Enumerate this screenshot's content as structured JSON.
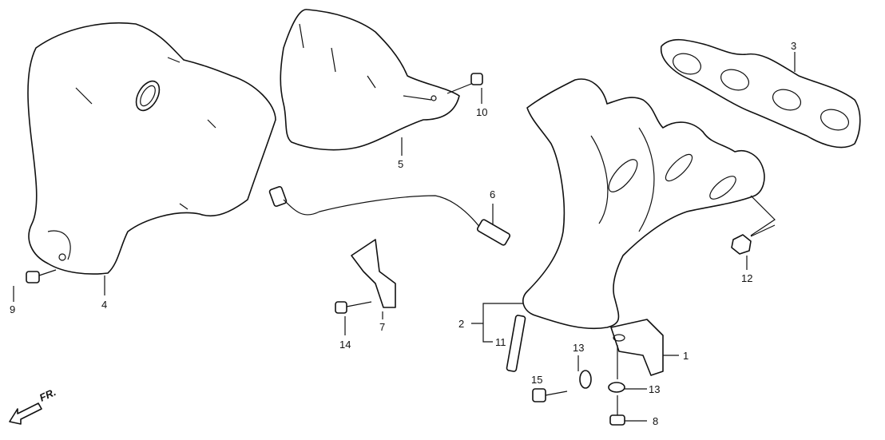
{
  "diagram": {
    "labels": {
      "p1": "1",
      "p2": "2",
      "p3": "3",
      "p4": "4",
      "p5": "5",
      "p6": "6",
      "p7": "7",
      "p8": "8",
      "p9": "9",
      "p10": "10",
      "p11": "11",
      "p12": "12",
      "p13a": "13",
      "p13b": "13",
      "p14": "14",
      "p15": "15"
    },
    "direction_label": "FR."
  }
}
